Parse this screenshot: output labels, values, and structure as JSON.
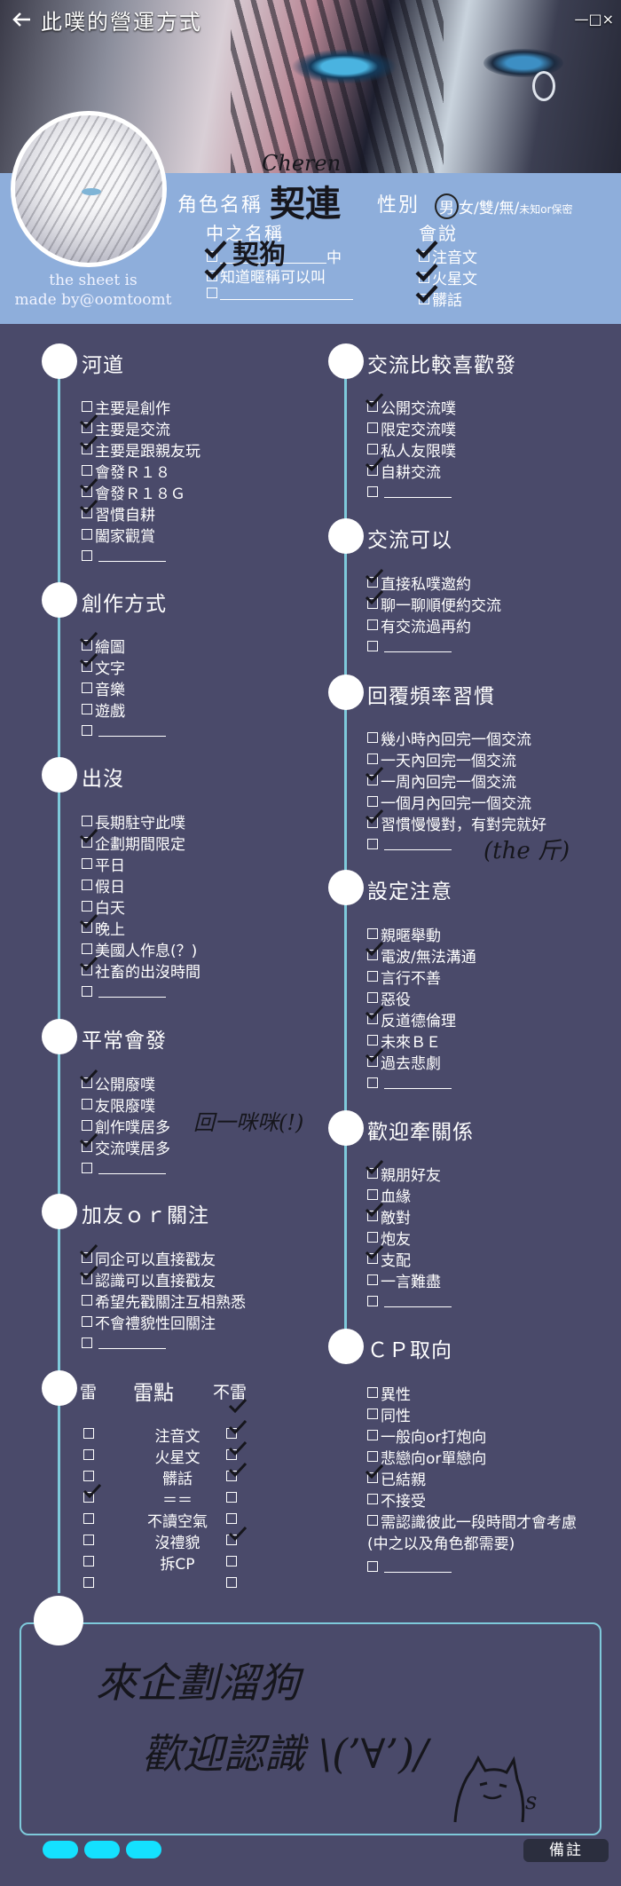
{
  "header": {
    "title": "此噗的營運方式",
    "window_controls": "—□×"
  },
  "profile": {
    "role_name_label": "角色名稱",
    "role_name_handwritten": "契連",
    "role_name_handwritten_en": "Cheren",
    "gender_label": "性別",
    "gender_selected": "男",
    "gender_options_rest": "女/雙/無/",
    "gender_options_small": "未知or保密",
    "nickname_label": "中之名稱",
    "nickname_handwritten": "契狗",
    "nickname_suffix": "中",
    "nickname_know": "知道暱稱可以叫",
    "language_label": "會說",
    "languages": [
      "注音文",
      "火星文",
      "髒話"
    ],
    "credit_line1": "the sheet is",
    "credit_line2": "made by@oomtoomt"
  },
  "sections": {
    "river": {
      "title": "河道",
      "items": [
        "主要是創作",
        "主要是交流",
        "主要是跟親友玩",
        "會發Ｒ１８",
        "會發Ｒ１８Ｇ",
        "習慣自耕",
        "闔家觀賞",
        ""
      ]
    },
    "creation": {
      "title": "創作方式",
      "items": [
        "繪圖",
        "文字",
        "音樂",
        "遊戲",
        ""
      ]
    },
    "appear": {
      "title": "出沒",
      "items": [
        "長期駐守此噗",
        "企劃期間限定",
        "平日",
        "假日",
        "白天",
        "晚上",
        "美國人作息(？)",
        "社畜的出沒時間",
        ""
      ]
    },
    "usually": {
      "title": "平常會發",
      "items": [
        "公開廢噗",
        "友限廢噗",
        "創作噗居多",
        "交流噗居多",
        ""
      ],
      "note": "回一咪咪(!)"
    },
    "follow": {
      "title": "加友ｏｒ關注",
      "items": [
        "同企可以直接戳友",
        "認識可以直接戳友",
        "希望先戳關注互相熟悉",
        "不會禮貌性回關注",
        ""
      ]
    },
    "thunder": {
      "title_left": "雷",
      "title_mid": "雷點",
      "title_right": "不雷",
      "rows": [
        "注音文",
        "火星文",
        "髒話",
        "＝＝",
        "不讀空氣",
        "沒禮貌",
        "拆CP"
      ]
    },
    "exchange_prefer": {
      "title": "交流比較喜歡發",
      "items": [
        "公開交流噗",
        "限定交流噗",
        "私人友限噗",
        "自耕交流",
        ""
      ]
    },
    "exchange_ok": {
      "title": "交流可以",
      "items": [
        "直接私噗邀約",
        "聊一聊順便約交流",
        "有交流過再約",
        ""
      ]
    },
    "reply": {
      "title": "回覆頻率習慣",
      "items": [
        "幾小時內回完一個交流",
        "一天內回完一個交流",
        "一周內回完一個交流",
        "一個月內回完一個交流",
        "習慣慢慢對，有對完就好",
        ""
      ],
      "note": "(the 斤)"
    },
    "setting": {
      "title": "設定注意",
      "items": [
        "親暱舉動",
        "電波/無法溝通",
        "言行不善",
        "惡役",
        "反道德倫理",
        "未來ＢＥ",
        "過去悲劇",
        ""
      ]
    },
    "relation": {
      "title": "歡迎牽關係",
      "items": [
        "親朋好友",
        "血緣",
        "敵對",
        "炮友",
        "支配",
        "一言難盡",
        ""
      ]
    },
    "cp": {
      "title": "ＣＰ取向",
      "items": [
        "異性",
        "同性",
        "一般向or打炮向",
        "悲戀向or單戀向",
        "已結親",
        "不接受",
        "需認識彼此一段時間才會考慮",
        "(中之以及角色都需要)",
        ""
      ]
    }
  },
  "memo": {
    "line1": "來企劃溜狗",
    "line2": "歡迎認識 \\(’∀’)/",
    "signature": "s",
    "note_button": "備註"
  },
  "colors": {
    "background": "#4a4a6a",
    "profile_band": "#8eaedb",
    "accent_line": "#7ec9da",
    "pill": "#14e1ff",
    "check_ink": "#16161c"
  }
}
